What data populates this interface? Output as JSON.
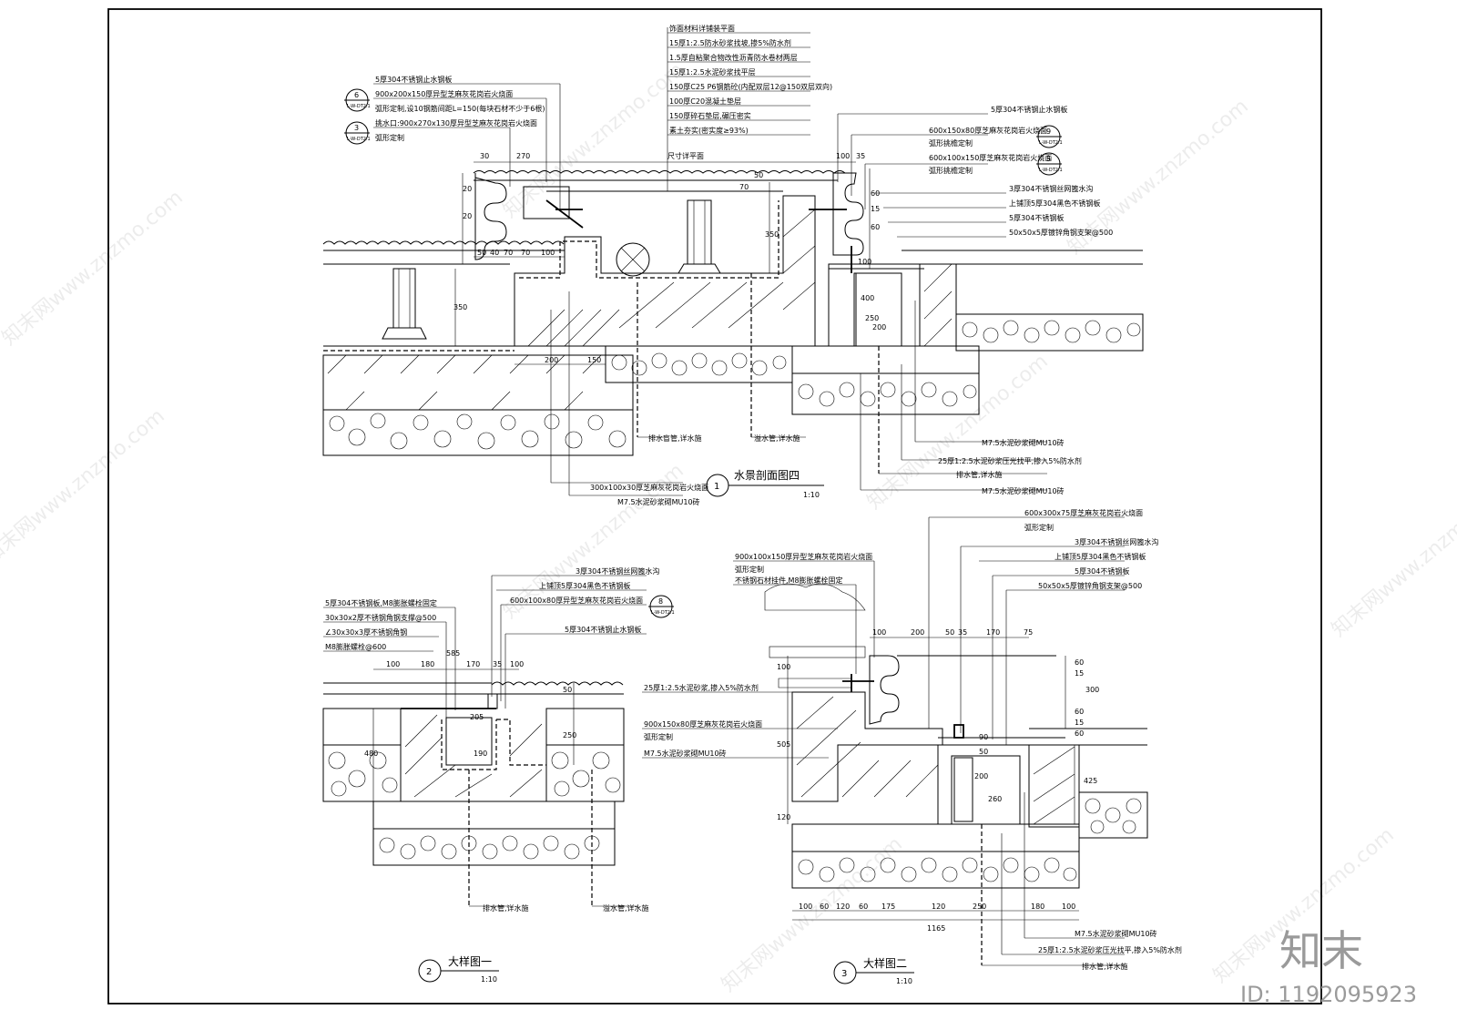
{
  "drawings": {
    "d1": {
      "number": "1",
      "title": "水景剖面图四",
      "scale": "1:10",
      "callouts_left": [
        "5厚304不锈钢止水钢板",
        "900x200x150厚异型芝麻灰花岗岩火烧面",
        "弧形定制,设10钢筋间距L=150(每块石材不少于6根)",
        "挑水口:900x270x130厚异型芝麻灰花岗岩火烧面",
        "弧形定制"
      ],
      "callouts_center": [
        "饰面材料详铺装平面",
        "15厚1:2.5防水砂浆找坡,掺5%防水剂",
        "1.5厚自粘聚合物改性沥青防水卷材两层",
        "15厚1:2.5水泥砂浆找平层",
        "150厚C25 P6钢筋砼(内配双层12@150双层双向)",
        "100厚C20混凝土垫层",
        "150厚碎石垫层,碾压密实",
        "素土夯实(密实度≥93%)"
      ],
      "callouts_right": [
        "5厚304不锈钢止水钢板",
        "600x150x80厚芝麻灰花岗岩火烧面",
        "弧形挑檐定制",
        "600x100x150厚芝麻灰花岗岩火烧面",
        "弧形挑檐定制",
        "3厚304不锈钢丝网篦水沟",
        "上铺顶5厚304黑色不锈钢板",
        "5厚304不锈钢板",
        "50x50x5厚镀锌角钢支架@500"
      ],
      "callouts_bottom": [
        "排水盲管,详水施",
        "溢水管,详水施",
        "300x100x30厚芝麻灰花岗岩火烧面",
        "M7.5水泥砂浆砌MU10砖",
        "M7.5水泥砂浆砌MU10砖",
        "25厚1:2.5水泥砂浆压光找平,掺入5%防水剂",
        "排水管,详水施",
        "M7.5水泥砂浆砌MU10砖"
      ],
      "refs": [
        {
          "num": "6",
          "sheet": "L-W-DT2.1"
        },
        {
          "num": "3",
          "sheet": "L-W-DT2.1"
        },
        {
          "num": "9",
          "sheet": "L-W-DT2.1"
        },
        {
          "num": "5",
          "sheet": "L-W-DT2.1"
        }
      ],
      "dims_top": [
        "30",
        "270",
        "尺寸详平面",
        "100",
        "35"
      ],
      "dims_misc": [
        "50",
        "40",
        "70",
        "70",
        "100",
        "350",
        "200",
        "150",
        "350",
        "400",
        "250",
        "200",
        "100",
        "50",
        "20",
        "70",
        "60",
        "15",
        "60",
        "20"
      ]
    },
    "d2": {
      "number": "2",
      "title": "大样图一",
      "scale": "1:10",
      "callouts_left": [
        "5厚304不锈钢板,M8膨胀螺栓固定",
        "30x30x2厚不锈钢角钢支撑@500",
        "∠30x30x3厚不锈钢角钢",
        "M8膨胀螺栓@600"
      ],
      "callouts_right": [
        "3厚304不锈钢丝网篦水沟",
        "上铺顶5厚304黑色不锈钢板",
        "600x100x80厚异型芝麻灰花岗岩火烧面",
        "5厚304不锈钢止水钢板"
      ],
      "callouts_bottom": [
        "排水管,详水施",
        "溢水管,详水施"
      ],
      "refs": [
        {
          "num": "8",
          "sheet": "L-W-DT2.1"
        }
      ],
      "dims_top": [
        "100",
        "180",
        "170",
        "35",
        "100"
      ],
      "dims_misc": [
        "585",
        "205",
        "190",
        "250",
        "480",
        "50"
      ]
    },
    "d3": {
      "number": "3",
      "title": "大样图二",
      "scale": "1:10",
      "callouts_left": [
        "900x100x150厚异型芝麻灰花岗岩火烧面",
        "弧形定制",
        "不锈钢石材挂件,M8膨胀螺栓固定",
        "25厚1:2.5水泥砂浆,掺入5%防水剂",
        "900x150x80厚芝麻灰花岗岩火烧面",
        "弧形定制",
        "M7.5水泥砂浆砌MU10砖"
      ],
      "callouts_right": [
        "600x300x75厚芝麻灰花岗岩火烧面",
        "弧形定制",
        "3厚304不锈钢丝网篦水沟",
        "上铺顶5厚304黑色不锈钢板",
        "5厚304不锈钢板",
        "50x50x5厚镀锌角钢支架@500"
      ],
      "callouts_bottom": [
        "M7.5水泥砂浆砌MU10砖",
        "25厚1:2.5水泥砂浆压光找平,掺入5%防水剂",
        "排水管,详水施"
      ],
      "dims_top": [
        "100",
        "200",
        "50",
        "35",
        "170",
        "75"
      ],
      "dims_bottom": [
        "100",
        "60",
        "120",
        "60",
        "175",
        "120",
        "250",
        "180",
        "100"
      ],
      "dims_total": "1165",
      "dims_misc": [
        "100",
        "505",
        "120",
        "200",
        "260",
        "90",
        "50",
        "425",
        "300",
        "60",
        "15",
        "60",
        "15",
        "60"
      ]
    }
  },
  "watermark": "知末网www.znzmo.com",
  "brand": "知末",
  "id_label": "ID: 1192095923"
}
